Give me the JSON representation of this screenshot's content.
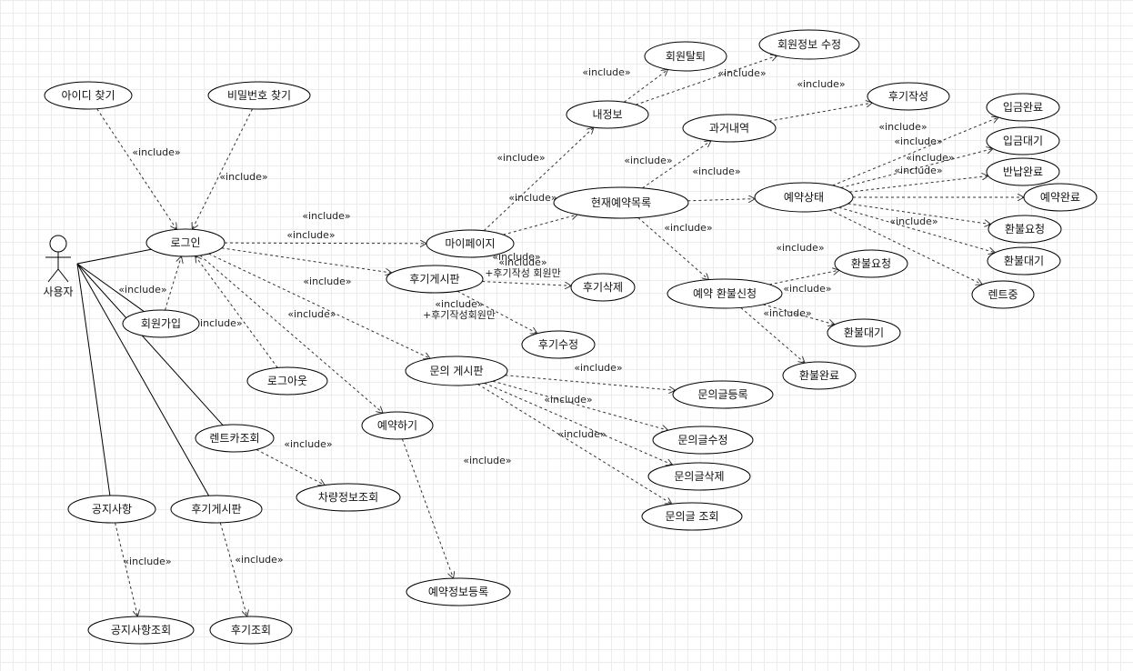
{
  "actor": {
    "label": "사용자"
  },
  "stereotype": "«include»",
  "use_cases": [
    {
      "id": "find_id",
      "label": "아이디 찾기"
    },
    {
      "id": "find_pw",
      "label": "비밀번호 찾기"
    },
    {
      "id": "login",
      "label": "로그인"
    },
    {
      "id": "signup",
      "label": "회원가입"
    },
    {
      "id": "logout",
      "label": "로그아웃"
    },
    {
      "id": "mypage",
      "label": "마이페이지"
    },
    {
      "id": "myinfo",
      "label": "내정보"
    },
    {
      "id": "withdraw",
      "label": "회원탈퇴"
    },
    {
      "id": "edit_info",
      "label": "회원정보  수정"
    },
    {
      "id": "history",
      "label": "과거내역"
    },
    {
      "id": "write_review",
      "label": "후기작성"
    },
    {
      "id": "current_res",
      "label": "현재예약목록"
    },
    {
      "id": "res_status",
      "label": "예약상태"
    },
    {
      "id": "paid",
      "label": "입금완료"
    },
    {
      "id": "pay_wait",
      "label": "입금대기"
    },
    {
      "id": "returned",
      "label": "반납완료"
    },
    {
      "id": "res_done",
      "label": "예약완료"
    },
    {
      "id": "refund_req",
      "label": "환불요청"
    },
    {
      "id": "refund_wait",
      "label": "환불대기"
    },
    {
      "id": "renting",
      "label": "렌트중"
    },
    {
      "id": "refund_apply",
      "label": "예약  환불신청"
    },
    {
      "id": "refund_req2",
      "label": "환불요청"
    },
    {
      "id": "refund_wait2",
      "label": "환불대기"
    },
    {
      "id": "refund_done",
      "label": "환불완료"
    },
    {
      "id": "review_board",
      "label": "후기게시판"
    },
    {
      "id": "review_delete",
      "label": "후기삭제"
    },
    {
      "id": "review_edit",
      "label": "후기수정"
    },
    {
      "id": "qna_board",
      "label": "문의  게시판"
    },
    {
      "id": "qna_register",
      "label": "문의글등록"
    },
    {
      "id": "qna_edit",
      "label": "문의글수정"
    },
    {
      "id": "qna_delete",
      "label": "문의글삭제"
    },
    {
      "id": "qna_view",
      "label": "문의글  조회"
    },
    {
      "id": "reserve",
      "label": "예약하기"
    },
    {
      "id": "res_register",
      "label": "예약정보등록"
    },
    {
      "id": "rentcar_view",
      "label": "렌트카조회"
    },
    {
      "id": "car_info",
      "label": "차량정보조회"
    },
    {
      "id": "notice",
      "label": "공지사항"
    },
    {
      "id": "review_board2",
      "label": "후기게시판"
    },
    {
      "id": "notice_view",
      "label": "공지사항조회"
    },
    {
      "id": "review_view",
      "label": "후기조회"
    }
  ],
  "associations": [
    "login",
    "signup",
    "rentcar_view",
    "notice",
    "review_board2"
  ],
  "includes": [
    {
      "from": "find_id",
      "to": "login",
      "label": "«include»"
    },
    {
      "from": "find_pw",
      "to": "login",
      "label": "«include»"
    },
    {
      "from": "signup",
      "to": "login",
      "label": "«include»"
    },
    {
      "from": "logout",
      "to": "login",
      "label": "«include»"
    },
    {
      "from": "login",
      "to": "mypage",
      "label": "«include»"
    },
    {
      "from": "login",
      "to": "review_board",
      "label": "«include»"
    },
    {
      "from": "login",
      "to": "qna_board",
      "label": "«include»"
    },
    {
      "from": "login",
      "to": "reserve",
      "label": "«include»"
    },
    {
      "from": "mypage",
      "to": "myinfo",
      "label": "«include»"
    },
    {
      "from": "mypage",
      "to": "current_res",
      "label": "«include»"
    },
    {
      "from": "myinfo",
      "to": "withdraw",
      "label": "«include»"
    },
    {
      "from": "myinfo",
      "to": "edit_info",
      "label": "«include»"
    },
    {
      "from": "current_res",
      "to": "history",
      "label": "«include»"
    },
    {
      "from": "history",
      "to": "write_review",
      "label": "«include»"
    },
    {
      "from": "current_res",
      "to": "res_status",
      "label": "«include»"
    },
    {
      "from": "current_res",
      "to": "refund_apply",
      "label": "«include»"
    },
    {
      "from": "res_status",
      "to": "paid",
      "label": "«include»"
    },
    {
      "from": "res_status",
      "to": "pay_wait",
      "label": "«include»"
    },
    {
      "from": "res_status",
      "to": "returned",
      "label": "«include»"
    },
    {
      "from": "res_status",
      "to": "res_done",
      "label": ""
    },
    {
      "from": "res_status",
      "to": "refund_req",
      "label": "«include»"
    },
    {
      "from": "res_status",
      "to": "refund_wait",
      "label": ""
    },
    {
      "from": "res_status",
      "to": "renting",
      "label": ""
    },
    {
      "from": "refund_apply",
      "to": "refund_req2",
      "label": "«include»"
    },
    {
      "from": "refund_apply",
      "to": "refund_wait2",
      "label": "«include»"
    },
    {
      "from": "refund_apply",
      "to": "refund_done",
      "label": "«include»"
    },
    {
      "from": "review_board",
      "to": "review_delete",
      "label": "«include» +후기작성  회원만"
    },
    {
      "from": "review_board",
      "to": "review_edit",
      "label": "«include» +후기작성회원만"
    },
    {
      "from": "qna_board",
      "to": "qna_register",
      "label": "«include»"
    },
    {
      "from": "qna_board",
      "to": "qna_edit",
      "label": "«include»"
    },
    {
      "from": "qna_board",
      "to": "qna_delete",
      "label": "«include»"
    },
    {
      "from": "qna_board",
      "to": "qna_view",
      "label": "«include»"
    },
    {
      "from": "reserve",
      "to": "res_register",
      "label": ""
    },
    {
      "from": "rentcar_view",
      "to": "car_info",
      "label": "«include»"
    },
    {
      "from": "notice",
      "to": "notice_view",
      "label": "«include»"
    },
    {
      "from": "review_board2",
      "to": "review_view",
      "label": "«include»"
    }
  ]
}
